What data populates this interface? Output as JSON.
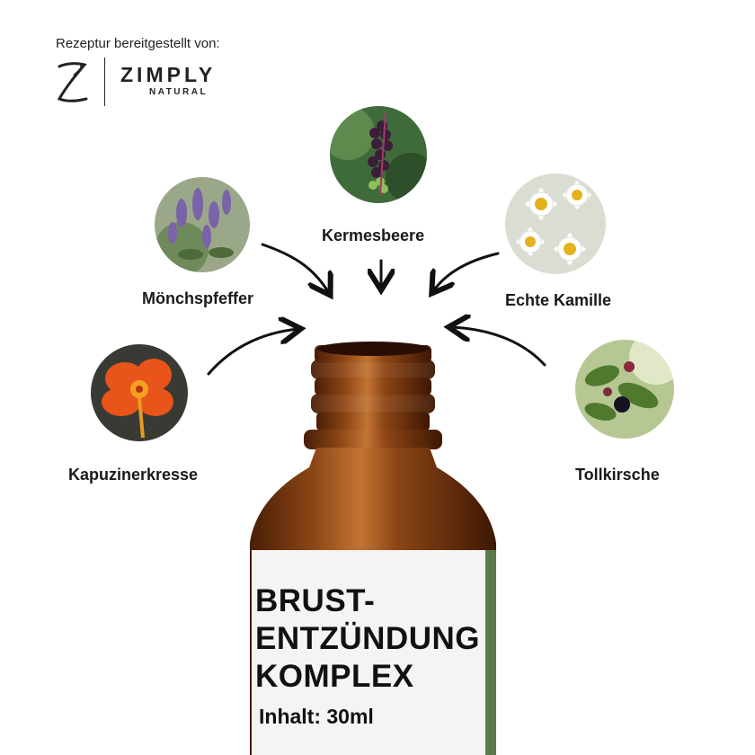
{
  "credit": "Rezeptur bereitgestellt von:",
  "brand": {
    "name": "ZIMPLY",
    "sub": "NATURAL",
    "mark_icon": "z-monogram-icon"
  },
  "herbs": [
    {
      "name": "Kermesbeere"
    },
    {
      "name": "Mönchspfeffer"
    },
    {
      "name": "Echte Kamille"
    },
    {
      "name": "Kapuzinerkresse"
    },
    {
      "name": "Tollkirsche"
    }
  ],
  "product": {
    "title_lines": [
      "BRUST-",
      "ENTZÜNDUNG",
      "KOMPLEX"
    ],
    "content": "Inhalt: 30ml"
  },
  "colors": {
    "bottle_glass": "#7a3a10",
    "bottle_highlight": "#c87a3a",
    "label": "#f4f4f2",
    "text": "#1a1a1a"
  }
}
